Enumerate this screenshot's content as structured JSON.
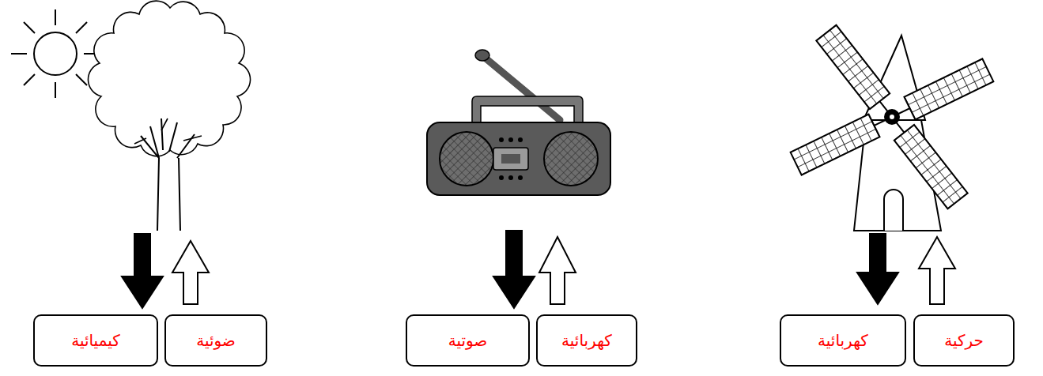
{
  "diagram": {
    "nodes": [
      {
        "text": [
          "حركية"
        ]
      },
      {
        "text": [
          "كهربائية"
        ]
      },
      {
        "text": [
          "كهربائية"
        ]
      },
      {
        "text": [
          "صوتية"
        ]
      },
      {
        "text": [
          "ضوئية"
        ]
      },
      {
        "text": [
          "كيميائية"
        ]
      }
    ]
  }
}
